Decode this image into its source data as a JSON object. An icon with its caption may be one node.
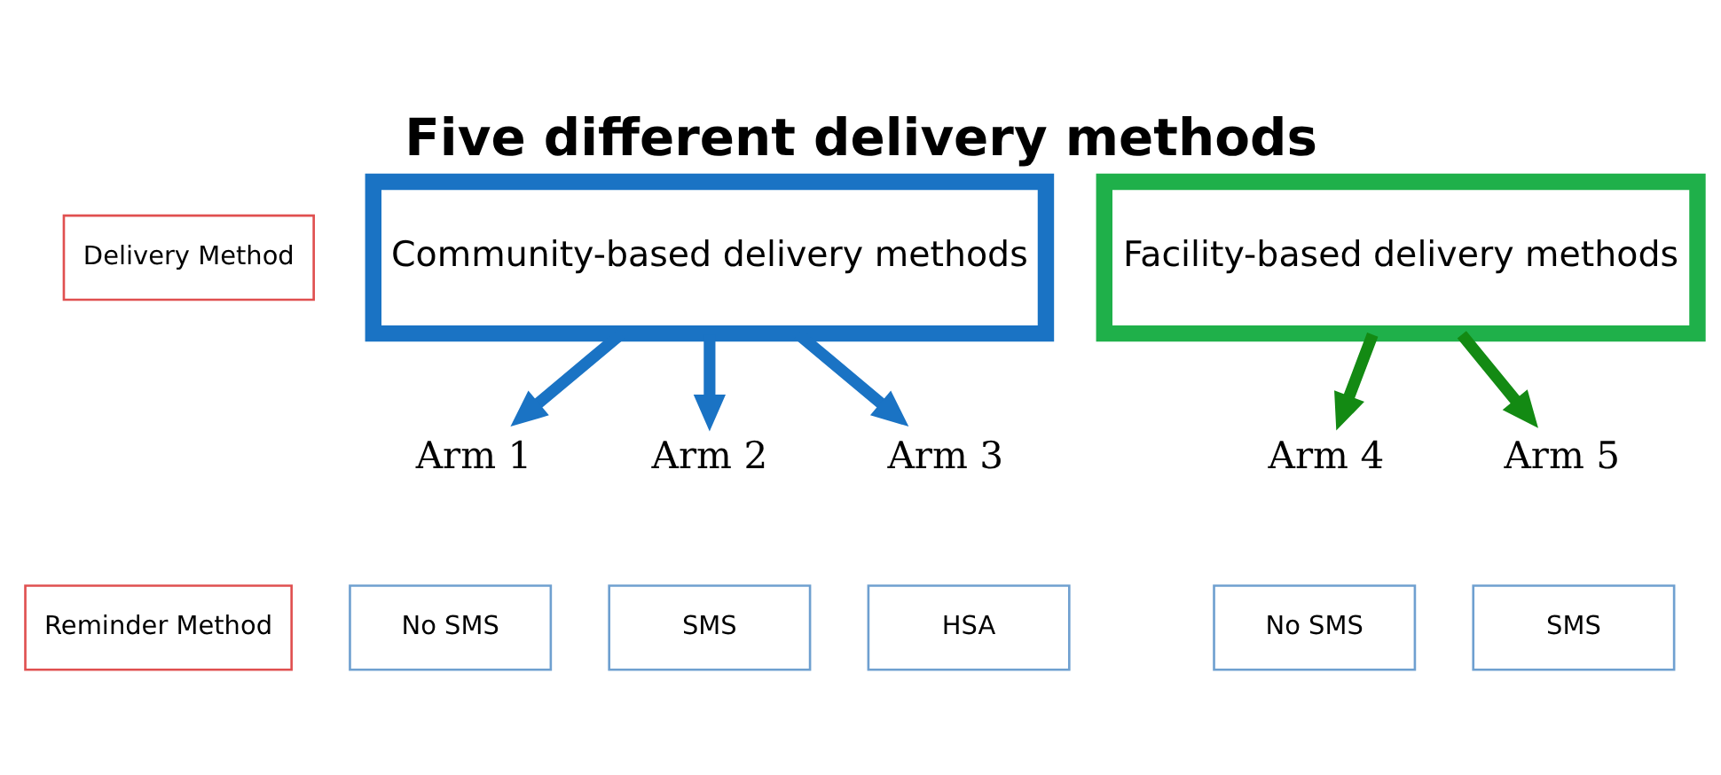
{
  "diagram": {
    "title": "Five different delivery methods",
    "nodes": [
      {
        "text": [
          "Delivery Method"
        ]
      },
      {
        "text": [
          "Community-based delivery methods"
        ]
      },
      {
        "text": [
          "Facility-based delivery methods"
        ]
      },
      {
        "text": [
          "Arm 1"
        ]
      },
      {
        "text": [
          "Arm 2"
        ]
      },
      {
        "text": [
          "Arm 3"
        ]
      },
      {
        "text": [
          "Arm 4"
        ]
      },
      {
        "text": [
          "Arm 5"
        ]
      },
      {
        "text": [
          "Reminder Method"
        ]
      },
      {
        "text": [
          "No SMS"
        ]
      },
      {
        "text": [
          "SMS"
        ]
      },
      {
        "text": [
          "HSA"
        ]
      },
      {
        "text": [
          "No SMS"
        ]
      },
      {
        "text": [
          "SMS"
        ]
      }
    ],
    "edges": [
      {
        "from": 1,
        "to": 3,
        "arrow": "to"
      },
      {
        "from": 1,
        "to": 4,
        "arrow": "to"
      },
      {
        "from": 1,
        "to": 5,
        "arrow": "to"
      },
      {
        "from": 2,
        "to": 6,
        "arrow": "to",
        "color": "#138a13"
      },
      {
        "from": 2,
        "to": 7,
        "arrow": "to",
        "color": "#138a13"
      }
    ]
  }
}
